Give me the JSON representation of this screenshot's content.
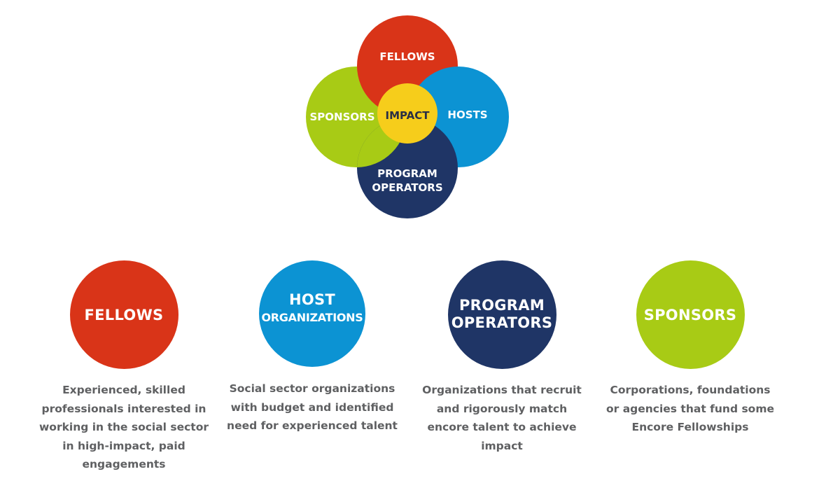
{
  "colors": {
    "fellows": "#D93418",
    "hosts": "#0C93D3",
    "program_operators": "#1F3566",
    "sponsors": "#A8CB15",
    "impact": "#F6CD1B",
    "description_text": "#5f6062"
  },
  "venn": {
    "fellows": "FELLOWS",
    "hosts": "HOSTS",
    "sponsors": "SPONSORS",
    "program_line1": "PROGRAM",
    "program_line2": "OPERATORS",
    "center": "IMPACT"
  },
  "roles": [
    {
      "key": "fellows",
      "title_line1": "FELLOWS",
      "title_line2": "",
      "description": "Experienced, skilled professionals interested in working in the social sector in high-impact, paid engagements"
    },
    {
      "key": "hosts",
      "title_line1": "HOST",
      "title_line2": "ORGANIZATIONS",
      "description": "Social sector organizations with budget and identified need for experienced talent"
    },
    {
      "key": "program_operators",
      "title_line1": "PROGRAM",
      "title_line2": "OPERATORS",
      "description": "Organizations that recruit and rigorously match encore talent to achieve impact"
    },
    {
      "key": "sponsors",
      "title_line1": "SPONSORS",
      "title_line2": "",
      "description": "Corporations, foundations or agencies that fund some Encore Fellowships"
    }
  ]
}
